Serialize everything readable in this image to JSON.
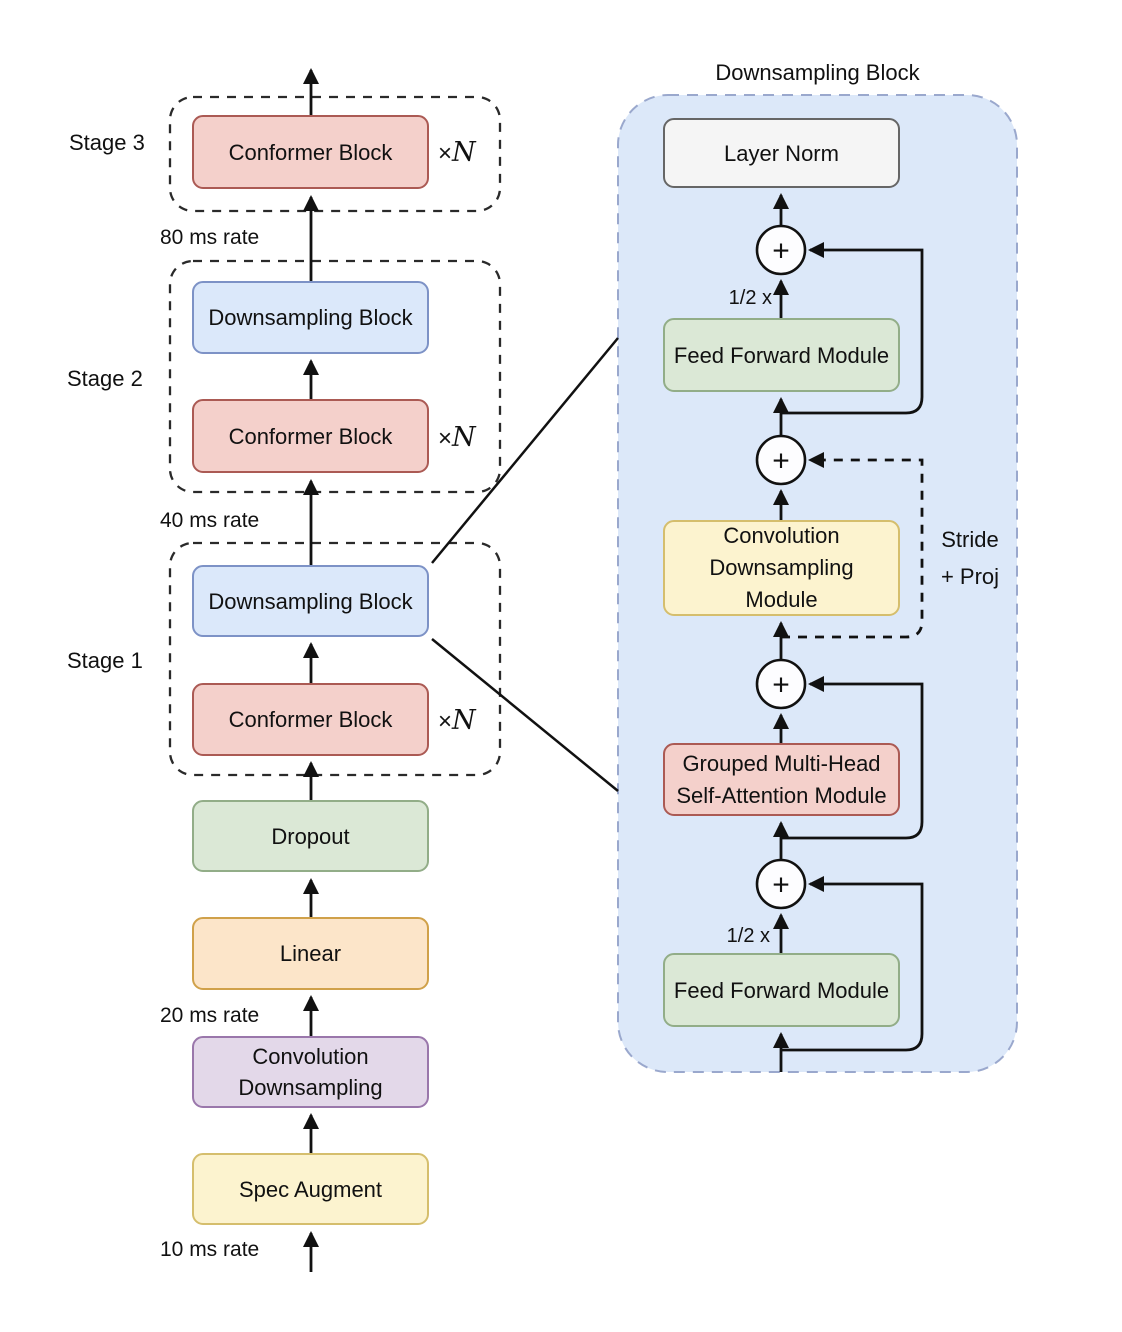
{
  "palette": {
    "pink_fill": "#f4d0cb",
    "pink_border": "#ab5a54",
    "blue_fill": "#dbe8fa",
    "blue_border": "#7d92c6",
    "green_fill": "#dbe8d6",
    "green_border": "#92ad88",
    "orange_fill": "#fce5c9",
    "orange_border": "#d0a14a",
    "purple_fill": "#e3d8e9",
    "purple_border": "#9a77ab",
    "yellow_fill": "#fcf3cf",
    "yellow_border": "#d5be6d",
    "gray_fill": "#f5f5f5",
    "gray_border": "#666666",
    "container_fill": "#dce8f9",
    "container_border": "#9aa8cd",
    "line_color": "#111111"
  },
  "left": {
    "stage3": "Stage 3",
    "stage2": "Stage 2",
    "stage1": "Stage 1",
    "conformer": "Conformer Block",
    "downsampling": "Downsampling Block",
    "dropout": "Dropout",
    "linear": "Linear",
    "conv_down": [
      "Convolution",
      "Downsampling"
    ],
    "spec_augment": "Spec Augment",
    "rate80": "80 ms rate",
    "rate40": "40 ms rate",
    "rate20": "20 ms rate",
    "rate10": "10 ms rate",
    "times": "×",
    "repeat_n": "N"
  },
  "right": {
    "title": "Downsampling Block",
    "layer_norm": "Layer Norm",
    "ffm": "Feed Forward Module",
    "conv_down_module": [
      "Convolution",
      "Downsampling",
      "Module"
    ],
    "attention": [
      "Grouped Multi-Head",
      "Self-Attention Module"
    ],
    "half": "1/2 x",
    "stride_proj": [
      "Stride",
      "+ Proj"
    ],
    "plus": "+"
  }
}
